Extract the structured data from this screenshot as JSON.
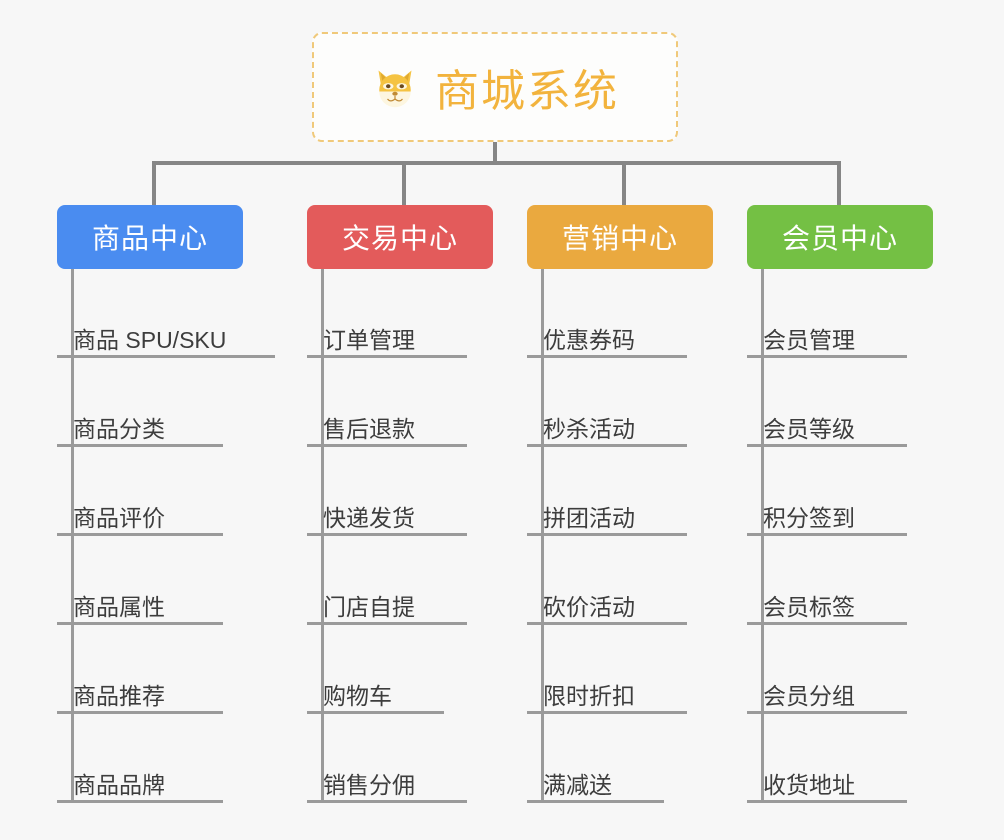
{
  "root": {
    "title": "商城系统",
    "icon": "shiba-dog-face-emoji",
    "border_color": "#f0c97a",
    "text_color": "#f2b33d"
  },
  "connector_color": "#868686",
  "background_color": "#f7f7f7",
  "branches": [
    {
      "title": "商品中心",
      "color": "#4a8cf0",
      "items": [
        "商品 SPU/SKU",
        "商品分类",
        "商品评价",
        "商品属性",
        "商品推荐",
        "商品品牌"
      ]
    },
    {
      "title": "交易中心",
      "color": "#e35b5b",
      "items": [
        "订单管理",
        "售后退款",
        "快递发货",
        "门店自提",
        "购物车",
        "销售分佣"
      ]
    },
    {
      "title": "营销中心",
      "color": "#eaa93f",
      "items": [
        "优惠券码",
        "秒杀活动",
        "拼团活动",
        "砍价活动",
        "限时折扣",
        "满减送"
      ]
    },
    {
      "title": "会员中心",
      "color": "#74c044",
      "items": [
        "会员管理",
        "会员等级",
        "积分签到",
        "会员标签",
        "会员分组",
        "收货地址"
      ]
    }
  ]
}
